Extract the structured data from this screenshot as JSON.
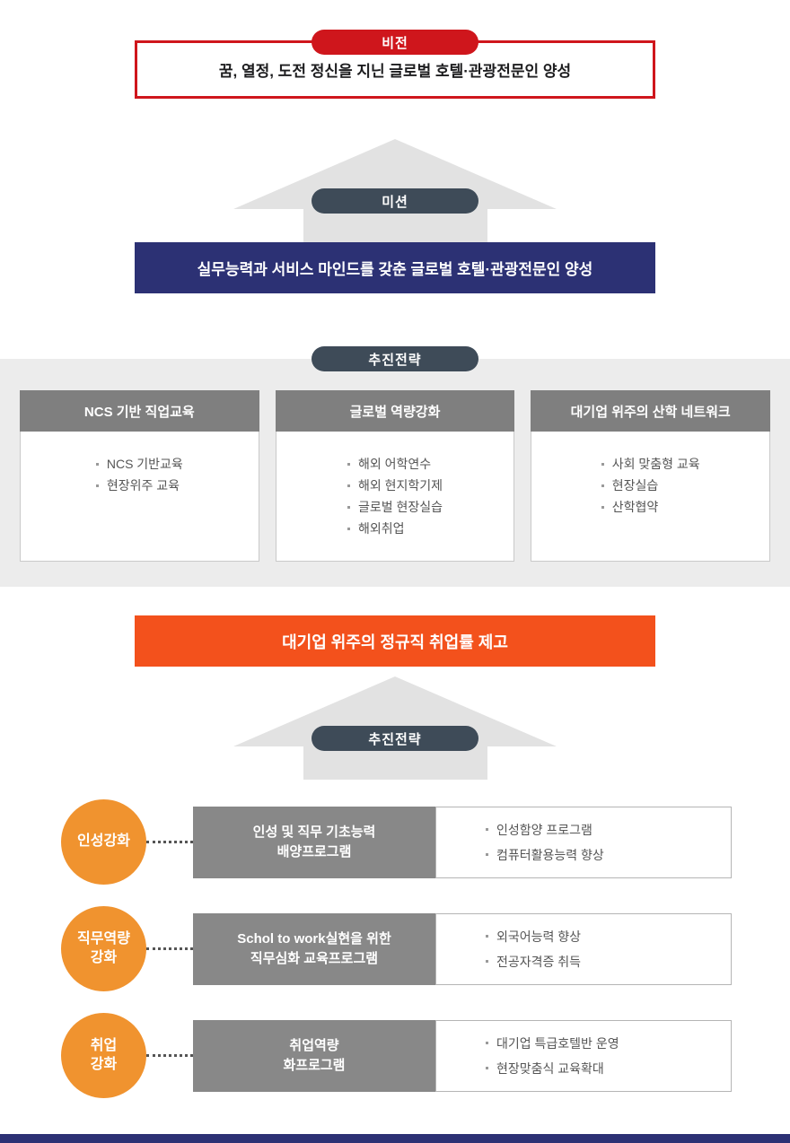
{
  "vision": {
    "badge": "비전",
    "text": "꿈, 열정, 도전 정신을 지닌 글로벌 호텔·관광전문인 양성"
  },
  "mission": {
    "badge": "미션",
    "text": "실무능력과 서비스 마인드를 갖춘 글로벌 호텔·관광전문인 양성"
  },
  "strategy": {
    "badge": "추진전략",
    "columns": [
      {
        "title": "NCS 기반 직업교육",
        "items": [
          "NCS 기반교육",
          "현장위주 교육"
        ]
      },
      {
        "title": "글로벌 역량강화",
        "items": [
          "해외 어학연수",
          "해외 현지학기제",
          "글로벌 현장실습",
          "해외취업"
        ]
      },
      {
        "title": "대기업 위주의 산학 네트워크",
        "items": [
          "사회 맞춤형 교육",
          "현장실습",
          "산학협약"
        ]
      }
    ]
  },
  "goal": {
    "text": "대기업 위주의 정규직 취업률 제고"
  },
  "programs": {
    "badge": "추진전략",
    "rows": [
      {
        "circle": "인성강화",
        "program": "인성 및 직무 기초능력\n배양프로그램",
        "items": [
          "인성함양 프로그램",
          "컴퓨터활용능력 향상"
        ]
      },
      {
        "circle": "직무역량\n강화",
        "program": "Schol to work실현을 위한\n직무심화 교육프로그램",
        "items": [
          "외국어능력 향상",
          "전공자격증 취득"
        ]
      },
      {
        "circle": "취업\n강화",
        "program": "취업역량\n화프로그램",
        "items": [
          "대기업 특급호텔반 운영",
          "현장맞춤식 교육확대"
        ]
      }
    ]
  },
  "colors": {
    "vision_red": "#cf161c",
    "mission_navy": "#2c3174",
    "badge_slate": "#3e4b58",
    "section_gray": "#ececec",
    "column_header_gray": "#7f7f7f",
    "goal_orange": "#f3511c",
    "circle_orange": "#f0932f",
    "program_gray": "#888888",
    "footer_navy": "#2c3174"
  }
}
